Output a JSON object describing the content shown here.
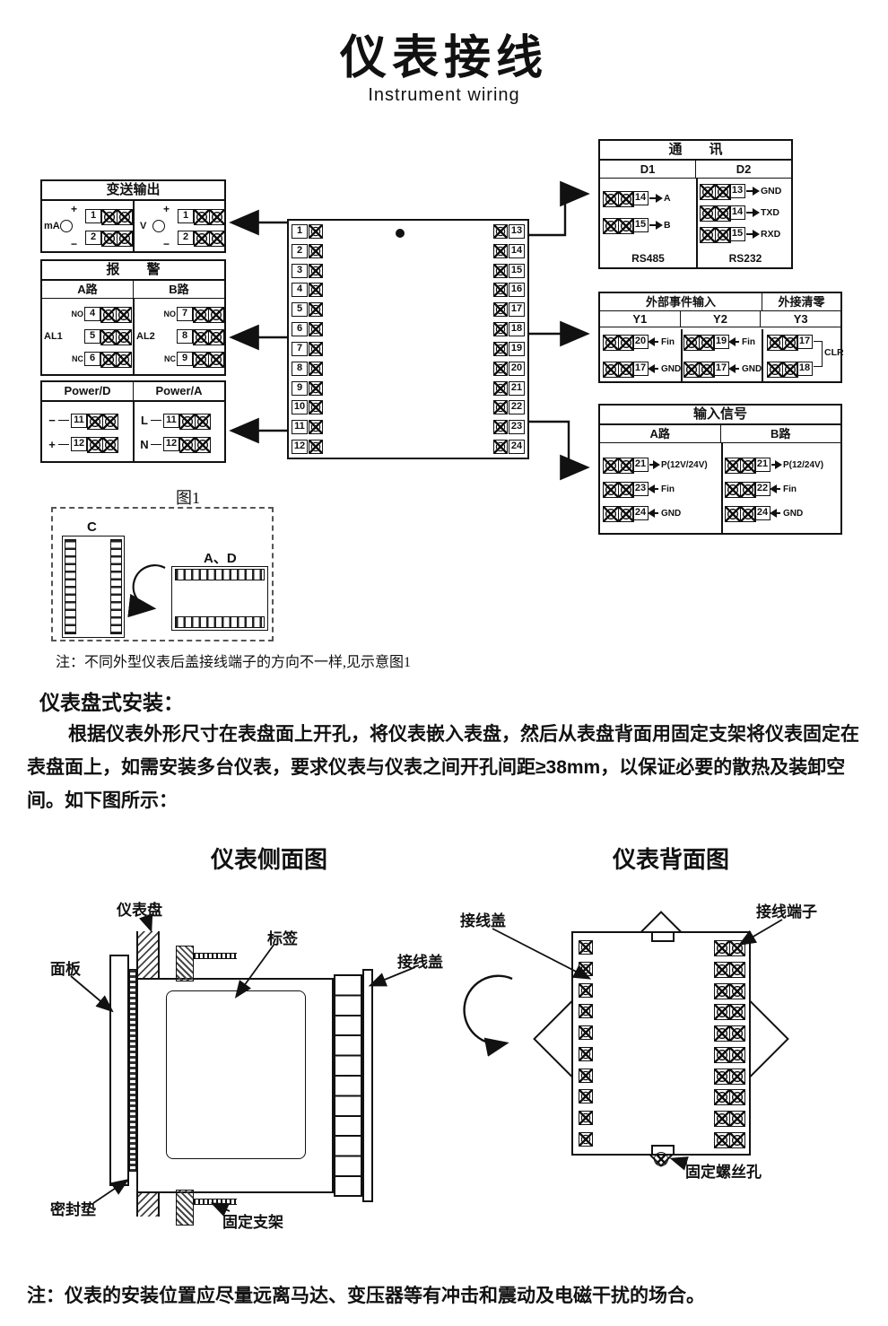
{
  "header": {
    "title": "仪表接线",
    "subtitle": "Instrument wiring"
  },
  "transmitter": {
    "title": "变送输出",
    "ma_label": "mA",
    "v_label": "V",
    "ma_rows": [
      {
        "sign": "+",
        "num": "1"
      },
      {
        "sign": "−",
        "num": "2"
      }
    ],
    "v_rows": [
      {
        "sign": "+",
        "num": "1"
      },
      {
        "sign": "−",
        "num": "2"
      }
    ]
  },
  "alarm": {
    "title": "报警",
    "col_a": "A路",
    "col_b": "B路",
    "al1_label": "AL1",
    "al2_label": "AL2",
    "al1_rows": [
      {
        "tag": "NO",
        "num": "4"
      },
      {
        "tag": "",
        "num": "5"
      },
      {
        "tag": "NC",
        "num": "6"
      }
    ],
    "al2_rows": [
      {
        "tag": "NO",
        "num": "7"
      },
      {
        "tag": "",
        "num": "8"
      },
      {
        "tag": "NC",
        "num": "9"
      }
    ]
  },
  "power": {
    "d_title": "Power/D",
    "a_title": "Power/A",
    "d_rows": [
      {
        "sign": "−",
        "num": "11"
      },
      {
        "sign": "+",
        "num": "12"
      }
    ],
    "a_rows": [
      {
        "sign": "L",
        "num": "11"
      },
      {
        "sign": "N",
        "num": "12"
      }
    ]
  },
  "center": {
    "left": [
      "1",
      "2",
      "3",
      "4",
      "5",
      "6",
      "7",
      "8",
      "9",
      "10",
      "11",
      "12"
    ],
    "right": [
      "13",
      "14",
      "15",
      "16",
      "17",
      "18",
      "19",
      "20",
      "21",
      "22",
      "23",
      "24"
    ]
  },
  "comm": {
    "title": "通讯",
    "col1": "D1",
    "col2": "D2",
    "d1_rows": [
      {
        "num": "14",
        "label": "A"
      },
      {
        "num": "15",
        "label": "B"
      }
    ],
    "d2_rows": [
      {
        "num": "13",
        "label": "GND"
      },
      {
        "num": "14",
        "label": "TXD"
      },
      {
        "num": "15",
        "label": "RXD"
      }
    ],
    "foot1": "RS485",
    "foot2": "RS232"
  },
  "events": {
    "title": "外部事件输入",
    "clear_title": "外接清零",
    "col1": "Y1",
    "col2": "Y2",
    "col3": "Y3",
    "y1_rows": [
      {
        "num": "20",
        "label": "Fin"
      },
      {
        "num": "17",
        "label": "GND"
      }
    ],
    "y2_rows": [
      {
        "num": "19",
        "label": "Fin"
      },
      {
        "num": "17",
        "label": "GND"
      }
    ],
    "y3_rows": [
      {
        "num": "17"
      },
      {
        "num": "18"
      }
    ],
    "clr_label": "CLR"
  },
  "input_signal": {
    "title": "输入信号",
    "col_a": "A路",
    "col_b": "B路",
    "a_rows": [
      {
        "num": "21",
        "label": "P(12V/24V)"
      },
      {
        "num": "23",
        "label": "Fin"
      },
      {
        "num": "24",
        "label": "GND"
      }
    ],
    "b_rows": [
      {
        "num": "21",
        "label": "P(12/24V)"
      },
      {
        "num": "22",
        "label": "Fin"
      },
      {
        "num": "24",
        "label": "GND"
      }
    ]
  },
  "figure1": {
    "caption": "图1",
    "c_label": "C",
    "ad_label": "A、D"
  },
  "notes": {
    "fig_note": "注：不同外型仪表后盖接线端子的方向不一样,见示意图1",
    "bottom_note": "注：仪表的安装位置应尽量远离马达、变压器等有冲击和震动及电磁干扰的场合。"
  },
  "install": {
    "heading": "仪表盘式安装：",
    "paragraph": "根据仪表外形尺寸在表盘面上开孔，将仪表嵌入表盘，然后从表盘背面用固定支架将仪表固定在表盘面上，如需安装多台仪表，要求仪表与仪表之间开孔间距≥38mm，以保证必要的散热及装卸空间。如下图所示："
  },
  "side_view": {
    "title": "仪表侧面图",
    "labels": {
      "panel": "仪表盘",
      "tag": "标签",
      "cover": "接线盖",
      "front": "面板",
      "gasket": "密封垫",
      "bracket": "固定支架"
    }
  },
  "back_view": {
    "title": "仪表背面图",
    "labels": {
      "cover": "接线盖",
      "terminals": "接线端子",
      "screw_hole": "固定螺丝孔"
    }
  }
}
